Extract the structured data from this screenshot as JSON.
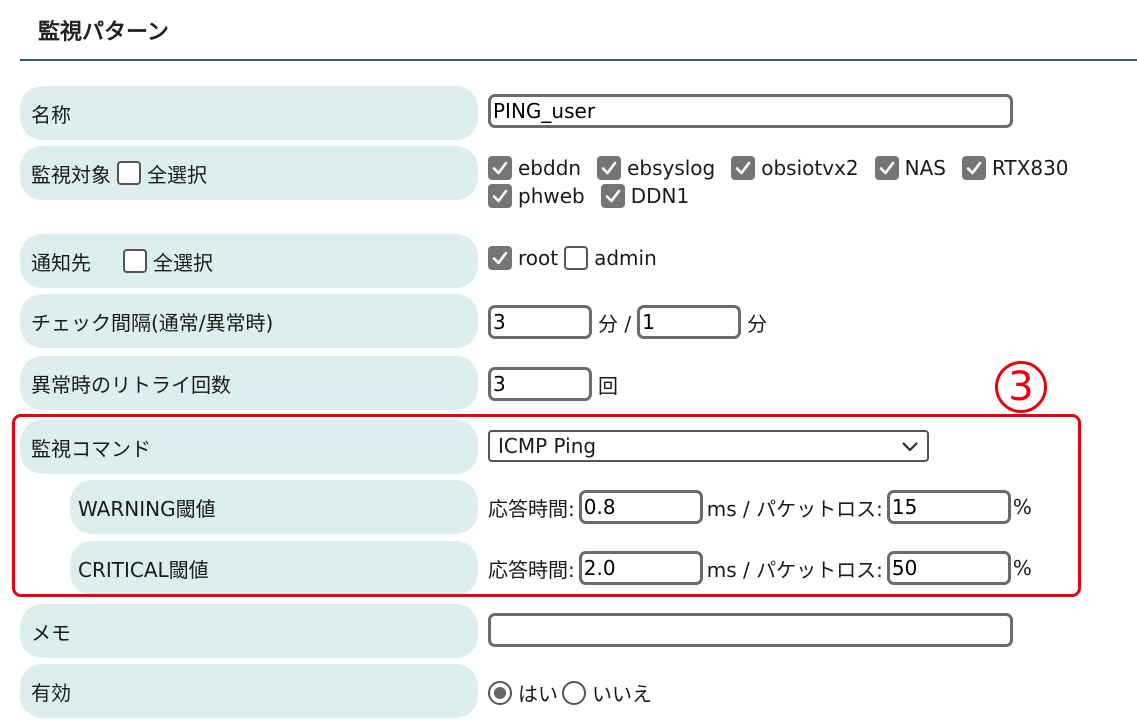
{
  "page": {
    "title": "監視パターン"
  },
  "colors": {
    "label_bg": "#dcefee",
    "rule": "#2f5f6a",
    "highlight": "#e60012",
    "check_fill": "#757575"
  },
  "fields": {
    "name": {
      "label": "名称",
      "value": "PING_user"
    },
    "targets": {
      "label": "監視対象",
      "select_all": "全選択",
      "items": [
        {
          "label": "ebddn",
          "checked": true
        },
        {
          "label": "ebsyslog",
          "checked": true
        },
        {
          "label": "obsiotvx2",
          "checked": true
        },
        {
          "label": "NAS",
          "checked": true
        },
        {
          "label": "RTX830",
          "checked": true
        },
        {
          "label": "phweb",
          "checked": true
        },
        {
          "label": "DDN1",
          "checked": true
        }
      ]
    },
    "notify": {
      "label": "通知先",
      "select_all": "全選択",
      "items": [
        {
          "label": "root",
          "checked": true
        },
        {
          "label": "admin",
          "checked": false
        }
      ]
    },
    "interval": {
      "label": "チェック間隔(通常/異常時)",
      "normal": "3",
      "abnormal": "1",
      "unit1": "分 /",
      "unit2": "分"
    },
    "retry": {
      "label": "異常時のリトライ回数",
      "value": "3",
      "unit": "回"
    },
    "command": {
      "label": "監視コマンド",
      "selected": "ICMP Ping"
    },
    "warning": {
      "label": "WARNING閾値",
      "rt_label": "応答時間:",
      "rt_value": "0.8",
      "mid": "ms / パケットロス:",
      "loss_value": "15",
      "pct": "%"
    },
    "critical": {
      "label": "CRITICAL閾値",
      "rt_label": "応答時間:",
      "rt_value": "2.0",
      "mid": "ms / パケットロス:",
      "loss_value": "50",
      "pct": "%"
    },
    "memo": {
      "label": "メモ",
      "value": ""
    },
    "enabled": {
      "label": "有効",
      "yes": "はい",
      "no": "いいえ",
      "selected": "yes"
    }
  },
  "annotation": {
    "number": "3"
  }
}
